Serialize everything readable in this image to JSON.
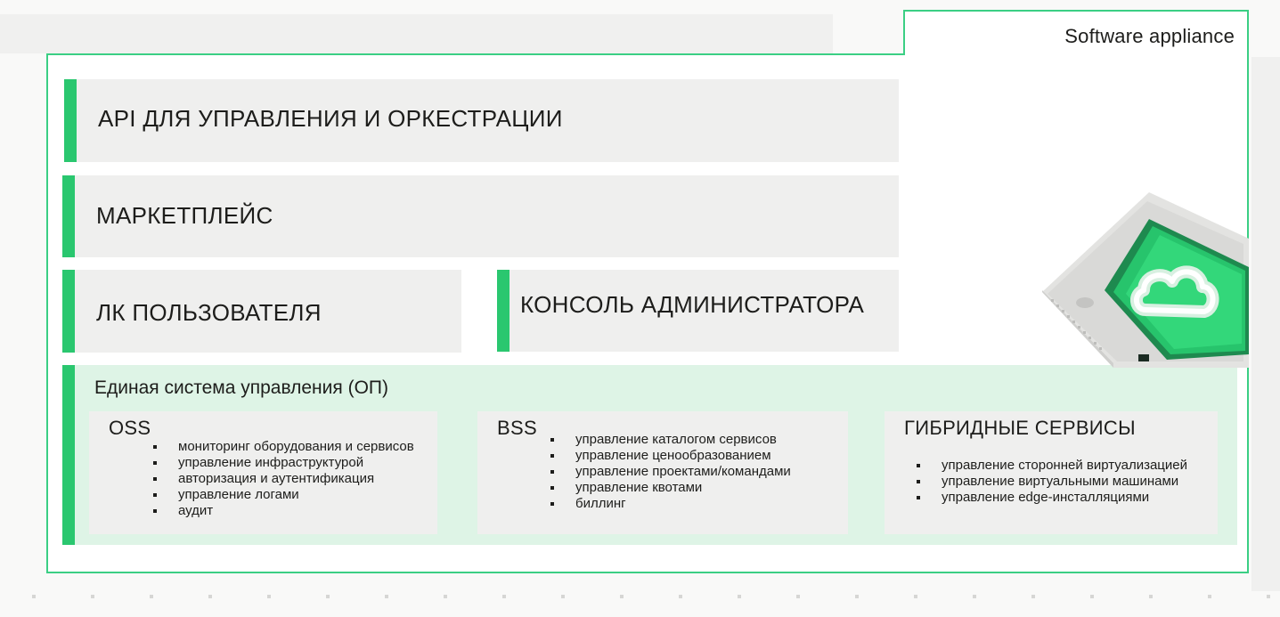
{
  "frame": {
    "tab_label": "Software appliance"
  },
  "layers": {
    "api": "API ДЛЯ УПРАВЛЕНИЯ И ОРКЕСТРАЦИИ",
    "marketplace": "МАРКЕТПЛЕЙС",
    "user_account": "ЛК ПОЛЬЗОВАТЕЛЯ",
    "admin_console": "КОНСОЛЬ АДМИНИСТРАТОРА"
  },
  "unified_system": {
    "title": "Единая система управления (ОП)",
    "oss": {
      "title": "OSS",
      "items": [
        "мониторинг оборудования и сервисов",
        "управление инфраструктурой",
        "авторизация и аутентификация",
        "управление логами",
        "аудит"
      ]
    },
    "bss": {
      "title": "BSS",
      "items": [
        "управление каталогом сервисов",
        "управление ценообразованием",
        "управление проектами/командами",
        "управление квотами",
        "биллинг"
      ]
    },
    "hybrid": {
      "title": "ГИБРИДНЫЕ СЕРВИСЫ",
      "items": [
        "управление сторонней виртуализацией",
        "управление виртуальными машинами",
        "управление edge-инсталляциями"
      ]
    }
  },
  "icons": {
    "appliance": "cloud-server-appliance-icon"
  },
  "colors": {
    "accent_green": "#2ac76f",
    "frame_green": "#3bcf84",
    "light_green_zone": "#def4e6",
    "block_gray": "#efefee"
  }
}
